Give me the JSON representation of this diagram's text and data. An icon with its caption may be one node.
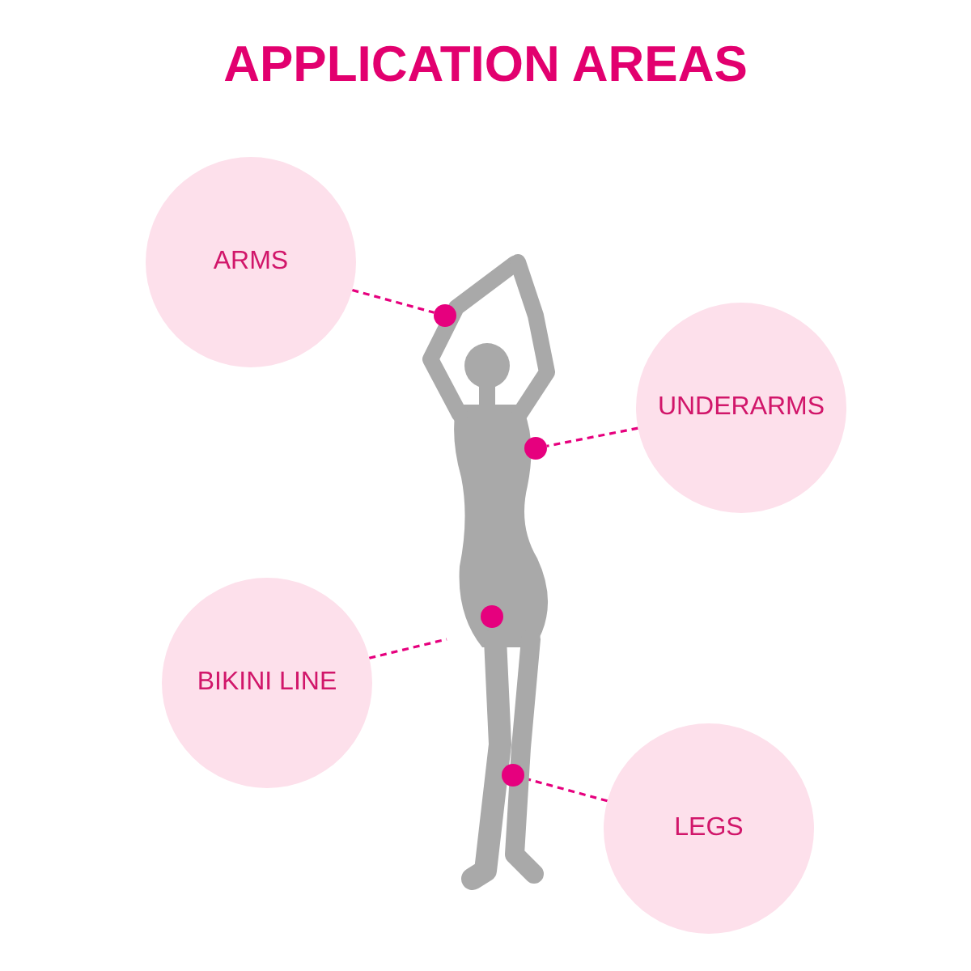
{
  "diagram": {
    "title": "APPLICATION AREAS",
    "nodes": [
      {
        "text": [
          "ARMS"
        ]
      },
      {
        "text": [
          "UNDERARMS"
        ]
      },
      {
        "text": [
          "BIKINI LINE"
        ]
      },
      {
        "text": [
          "LEGS"
        ]
      },
      {
        "text": [],
        "shape": "person"
      },
      {
        "text": [],
        "shape": "circle",
        "in": 4
      },
      {
        "text": [],
        "shape": "circle",
        "in": 4
      },
      {
        "text": [],
        "shape": "circle",
        "in": 4
      },
      {
        "text": [],
        "shape": "circle",
        "in": 4
      }
    ],
    "edges": [
      {
        "from": 0,
        "to": 5,
        "arrow": "none",
        "style": "dashed"
      },
      {
        "from": 1,
        "to": 6,
        "arrow": "none",
        "style": "dashed"
      },
      {
        "from": 2,
        "to": 4,
        "arrow": "none",
        "style": "dashed"
      },
      {
        "from": 3,
        "to": 8,
        "arrow": "none",
        "style": "dashed"
      }
    ]
  }
}
